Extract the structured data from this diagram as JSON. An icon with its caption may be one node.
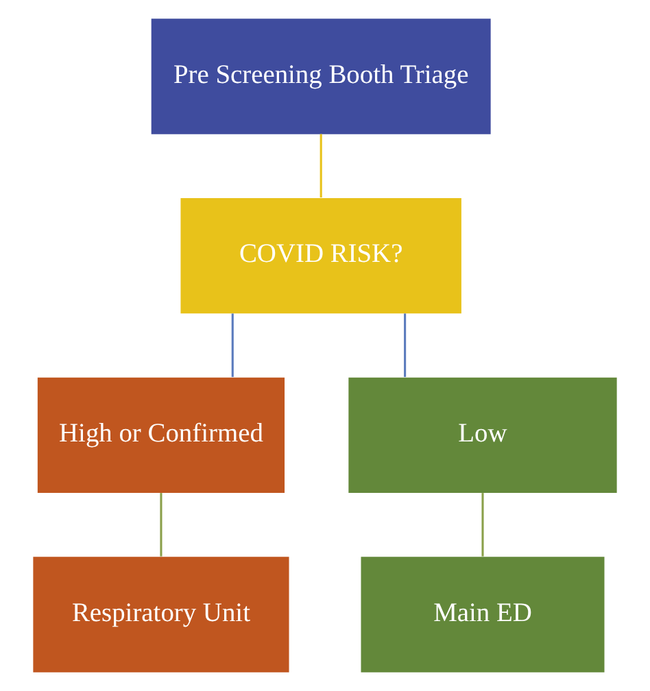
{
  "diagram": {
    "nodes": [
      {
        "text": [
          "Pre Screening Booth Triage"
        ]
      },
      {
        "text": [
          "COVID RISK?"
        ]
      },
      {
        "text": [
          "High or Confirmed"
        ]
      },
      {
        "text": [
          "Low"
        ]
      },
      {
        "text": [
          "Respiratory Unit"
        ]
      },
      {
        "text": [
          "Main ED"
        ]
      }
    ],
    "edges": [
      {
        "from": 0,
        "to": 1,
        "arrow": "none",
        "color": "#e8c21a"
      },
      {
        "from": 1,
        "to": 2,
        "arrow": "none",
        "color": "#5b7bbd"
      },
      {
        "from": 1,
        "to": 3,
        "arrow": "none",
        "color": "#5b7bbd"
      },
      {
        "from": 2,
        "to": 4,
        "arrow": "none",
        "color": "#8aa04a"
      },
      {
        "from": 3,
        "to": 5,
        "arrow": "none",
        "color": "#8aa04a"
      }
    ]
  }
}
